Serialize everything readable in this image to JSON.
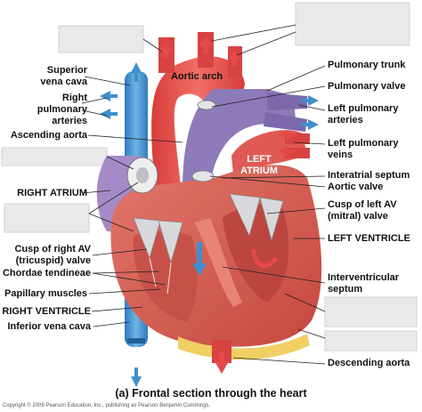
{
  "labels": {
    "superior_vena_cava": [
      "Superior",
      "vena cava"
    ],
    "right_pulmonary_arteries": [
      "Right",
      "pulmonary",
      "arteries"
    ],
    "ascending_aorta": "Ascending aorta",
    "right_atrium": "RIGHT ATRIUM",
    "cusp_right_av": [
      "Cusp of right AV",
      "(tricuspid) valve"
    ],
    "chordae_tendineae": "Chordae tendineae",
    "papillary_muscles": "Papillary muscles",
    "right_ventricle": "RIGHT VENTRICLE",
    "inferior_vena_cava": "Inferior vena cava",
    "aortic_arch": "Aortic arch",
    "left_atrium": [
      "LEFT",
      "ATRIUM"
    ],
    "pulmonary_trunk": "Pulmonary trunk",
    "pulmonary_valve": "Pulmonary valve",
    "left_pulmonary_arteries": [
      "Left pulmonary",
      "arteries"
    ],
    "left_pulmonary_veins": [
      "Left pulmonary",
      "veins"
    ],
    "interatrial_septum": "Interatrial septum",
    "aortic_valve": "Aortic valve",
    "cusp_left_av": [
      "Cusp of left AV",
      "(mitral) valve"
    ],
    "left_ventricle": "LEFT VENTRICLE",
    "interventricular_septum": [
      "Interventricular",
      "septum"
    ],
    "descending_aorta": "Descending aorta"
  },
  "caption": "(a) Frontal section through the heart",
  "copyright": "Copyright © 2009 Pearson Education, Inc., publishing as Pearson Benjamin Cummings.",
  "colors": {
    "oxygenated": "#e5494a",
    "deoxygenated": "#3f8fce",
    "muscle": "#d9685f",
    "valve": "#d8d8dc",
    "fat": "#f1cf63",
    "purple_atrium": "#a48bc7",
    "leader_line": "#222222"
  }
}
